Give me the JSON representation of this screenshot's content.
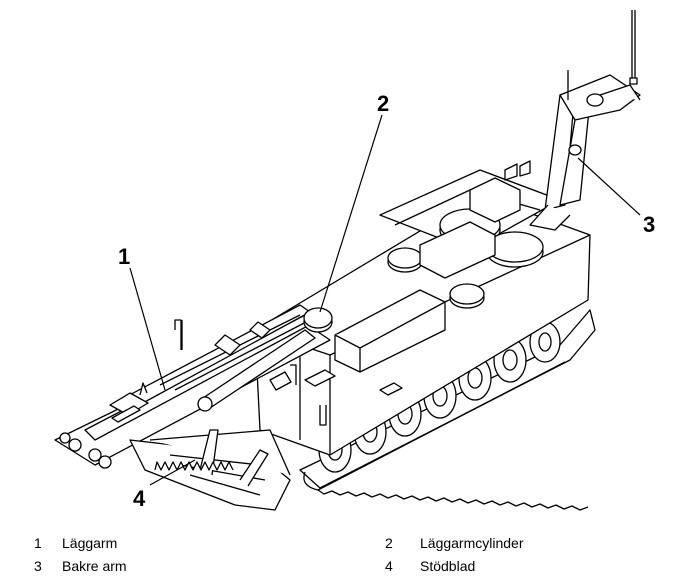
{
  "callouts": [
    {
      "number": "1"
    },
    {
      "number": "2"
    },
    {
      "number": "3"
    },
    {
      "number": "4"
    }
  ],
  "legend": [
    {
      "number": "1",
      "label": "Läggarm"
    },
    {
      "number": "2",
      "label": "Läggarmcylinder"
    },
    {
      "number": "3",
      "label": "Bakre arm"
    },
    {
      "number": "4",
      "label": "Stödblad"
    }
  ],
  "colors": {
    "line": "#000000",
    "fill": "#ffffff",
    "shade": "#d9d9d9"
  }
}
